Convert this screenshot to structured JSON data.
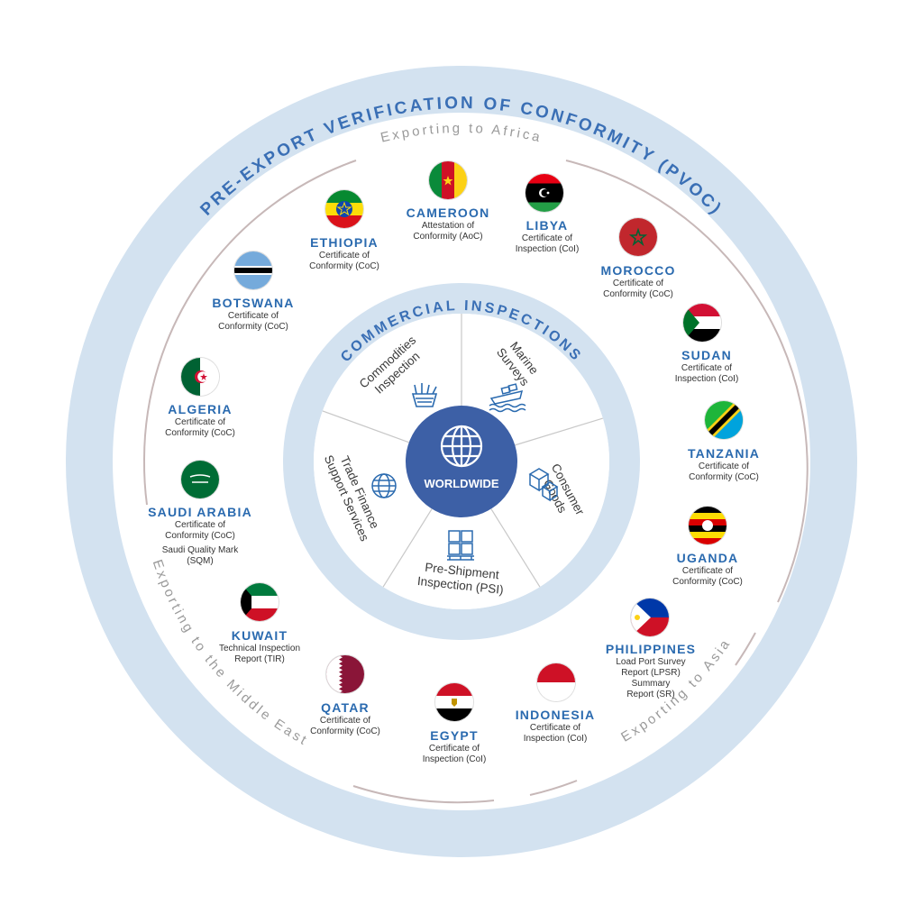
{
  "title": "PRE-EXPORT VERIFICATION OF CONFORMITY (PVOC)",
  "regions": {
    "africa": "Exporting to Africa",
    "middle_east": "Exporting to the Middle East",
    "asia": "Exporting to Asia"
  },
  "inner_title": "COMMERCIAL INSPECTIONS",
  "center_label": "WORLDWIDE",
  "segments": [
    {
      "line1": "Commodities",
      "line2": "Inspection",
      "icon": "wheat-basket-icon"
    },
    {
      "line1": "Marine",
      "line2": "Surveys",
      "icon": "ship-icon"
    },
    {
      "line1": "Consumer",
      "line2": "Goods",
      "icon": "cubes-icon"
    },
    {
      "line1": "Pre-Shipment",
      "line2": "Inspection (PSI)",
      "icon": "pallet-boxes-icon"
    },
    {
      "line1": "Trade Finance",
      "line2": "Support Services",
      "icon": "globe-coin-icon"
    }
  ],
  "countries": [
    {
      "name": "CAMEROON",
      "cert": "Attestation of\nConformity (AoC)",
      "flag": "cameroon"
    },
    {
      "name": "LIBYA",
      "cert": "Certificate of\nInspection (CoI)",
      "flag": "libya"
    },
    {
      "name": "MOROCCO",
      "cert": "Certificate of\nConformity (CoC)",
      "flag": "morocco"
    },
    {
      "name": "SUDAN",
      "cert": "Certificate of\nInspection (CoI)",
      "flag": "sudan"
    },
    {
      "name": "TANZANIA",
      "cert": "Certificate of\nConformity (CoC)",
      "flag": "tanzania"
    },
    {
      "name": "UGANDA",
      "cert": "Certificate of\nConformity (CoC)",
      "flag": "uganda"
    },
    {
      "name": "PHILIPPINES",
      "cert": "Load Port Survey\nReport (LPSR)\nSummary\nReport (SR)",
      "flag": "philippines"
    },
    {
      "name": "INDONESIA",
      "cert": "Certificate of\nInspection (CoI)",
      "flag": "indonesia"
    },
    {
      "name": "EGYPT",
      "cert": "Certificate of\nInspection (CoI)",
      "flag": "egypt"
    },
    {
      "name": "QATAR",
      "cert": "Certificate of\nConformity (CoC)",
      "flag": "qatar"
    },
    {
      "name": "KUWAIT",
      "cert": "Technical Inspection\nReport (TIR)",
      "flag": "kuwait"
    },
    {
      "name": "SAUDI ARABIA",
      "cert": "Certificate of\nConformity (CoC)",
      "extra": "Saudi Quality Mark\n(SQM)",
      "flag": "saudi-arabia"
    },
    {
      "name": "ALGERIA",
      "cert": "Certificate of\nConformity (CoC)",
      "flag": "algeria"
    },
    {
      "name": "BOTSWANA",
      "cert": "Certificate of\nConformity (CoC)",
      "flag": "botswana"
    },
    {
      "name": "ETHIOPIA",
      "cert": "Certificate of\nConformity (CoC)",
      "flag": "ethiopia"
    }
  ],
  "colors": {
    "outer_ring": "#d3e2f0",
    "inner_ring": "#d3e2f0",
    "center": "#3d60a6",
    "accent": "#2a6aaf",
    "line": "#c7b8b8"
  }
}
